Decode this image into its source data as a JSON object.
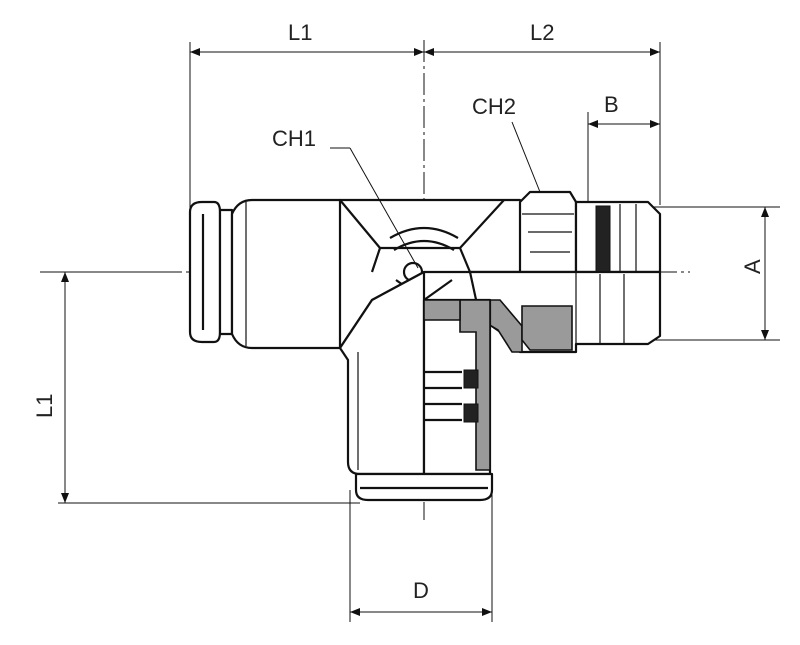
{
  "labels": {
    "l1_top": "L1",
    "l2_top": "L2",
    "ch1": "CH1",
    "ch2": "CH2",
    "b": "B",
    "a": "A",
    "l1_left": "L1",
    "d": "D"
  }
}
